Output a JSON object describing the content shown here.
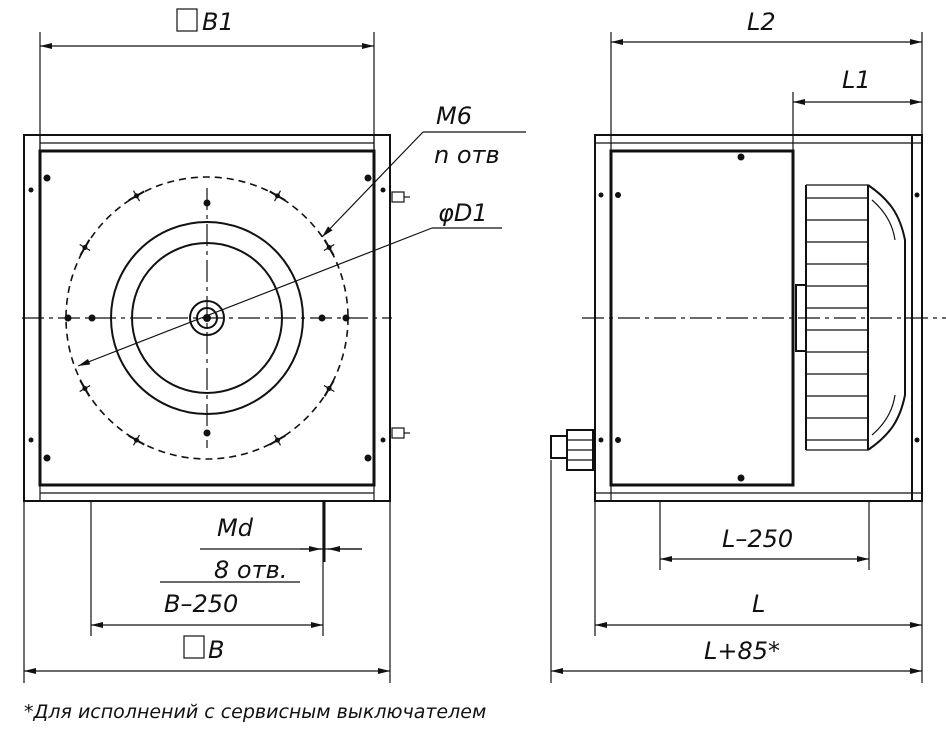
{
  "labels": {
    "b1": "B1",
    "m6": "M6",
    "n_holes": "n отв",
    "d1": "φD1",
    "l2": "L2",
    "l1": "L1",
    "md": "Md",
    "holes8": "8 отв.",
    "b_minus_250": "B–250",
    "b": "B",
    "l_minus_250": "L–250",
    "l": "L",
    "l_plus_85": "L+85*"
  },
  "footnote": "*Для исполнений с сервисным выключателем"
}
